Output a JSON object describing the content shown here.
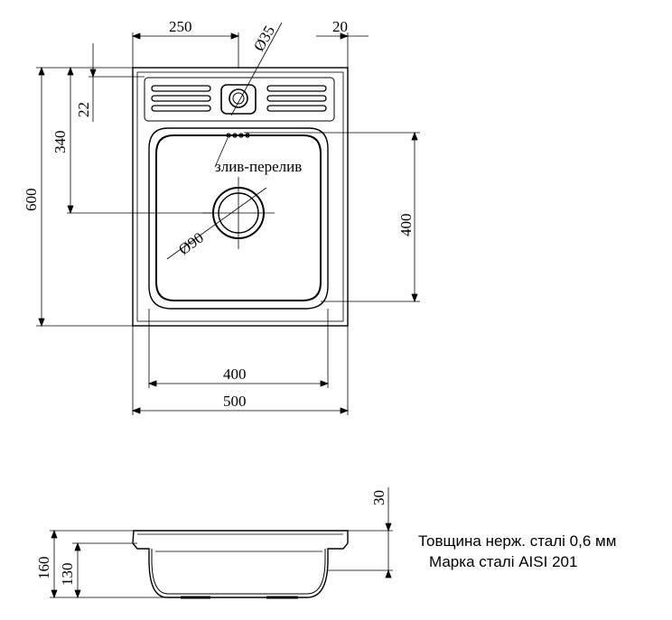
{
  "dimensions": {
    "overall_width": "500",
    "overall_height": "600",
    "bowl_width": "400",
    "bowl_height": "400",
    "offset_250": "250",
    "offset_340": "340",
    "offset_22": "22",
    "offset_20": "20",
    "overflow_diameter": "Ø35",
    "drain_diameter": "Ø90",
    "depth_overall": "160",
    "depth_bowl": "130",
    "rim_height": "30"
  },
  "labels": {
    "overflow_drain": "злив-перелив"
  },
  "notes": {
    "thickness": "Товщина нерж. сталі 0,6 мм",
    "grade": "Марка сталі AISI 201"
  }
}
